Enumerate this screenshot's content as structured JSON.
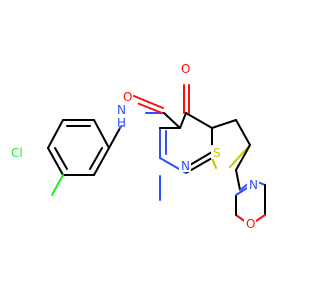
{
  "molecule": {
    "atoms": {
      "cl": {
        "text": "Cl",
        "color": "#1ff01f"
      },
      "nh": {
        "text": "N",
        "sub": "H",
        "color": "#3050f8"
      },
      "o_amide": {
        "text": "O",
        "color": "#ff0d0d"
      },
      "o_keto": {
        "text": "O",
        "color": "#ff0d0d"
      },
      "n_ring": {
        "text": "N",
        "color": "#3050f8"
      },
      "s_ring": {
        "text": "S",
        "color": "#c6c600"
      },
      "n_morph": {
        "text": "N",
        "color": "#3050f8"
      },
      "o_morph": {
        "text": "O",
        "color": "#ff0d0d"
      }
    }
  }
}
